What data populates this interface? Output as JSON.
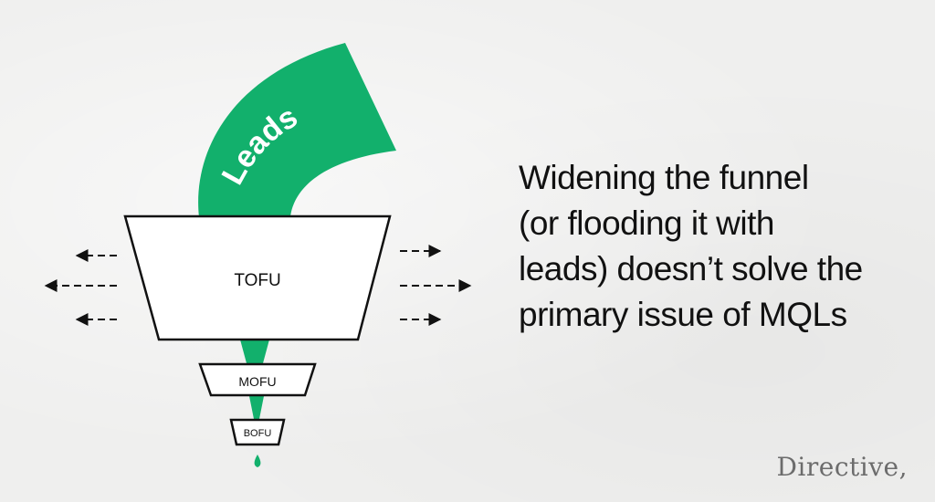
{
  "diagram": {
    "stream_label": "Leads",
    "stages": {
      "top": "TOFU",
      "middle": "MOFU",
      "bottom": "BOFU"
    }
  },
  "headline": {
    "lines": [
      "Widening the funnel",
      "(or flooding it with",
      "leads) doesn’t solve the",
      "primary issue of MQLs"
    ]
  },
  "brand": {
    "logo_text": "Directive,"
  },
  "colors": {
    "accent_green": "#12b06c",
    "background": "#efefee",
    "ink": "#111111",
    "brand_gray": "#6c6c6c"
  }
}
